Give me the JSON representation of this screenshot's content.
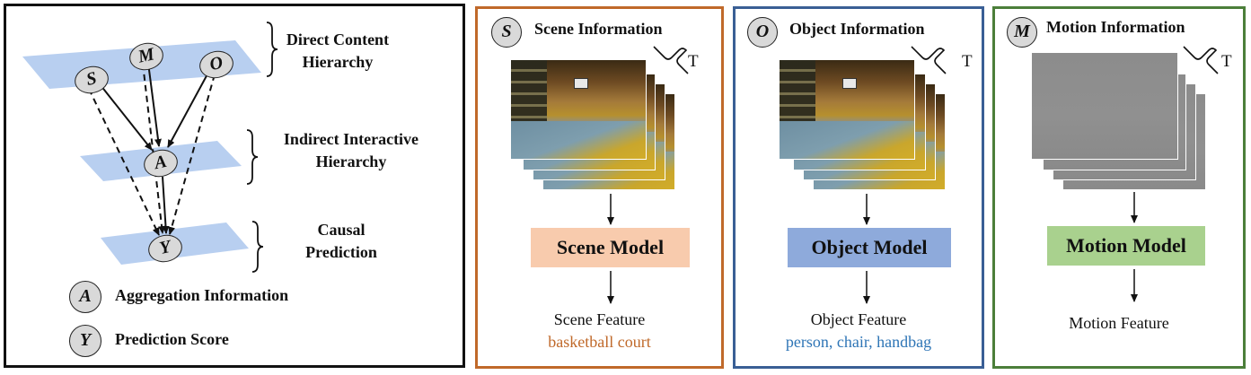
{
  "hierarchy_panel": {
    "levels": [
      {
        "line1": "Direct Content",
        "line2": "Hierarchy"
      },
      {
        "line1": "Indirect Interactive",
        "line2": "Hierarchy"
      },
      {
        "line1": "Causal",
        "line2": "Prediction"
      }
    ],
    "nodes": {
      "s": "S",
      "m": "M",
      "o": "O",
      "a": "A",
      "y": "Y"
    },
    "legend": [
      {
        "symbol": "A",
        "label": "Aggregation Information"
      },
      {
        "symbol": "Y",
        "label": "Prediction Score"
      }
    ],
    "colors": {
      "plane": "#b8cff0",
      "node": "#d9d9d9"
    }
  },
  "modules": [
    {
      "symbol": "S",
      "title": "Scene Information",
      "t_label": "T",
      "model": "Scene Model",
      "feature": "Scene Feature",
      "feature_value": "basketball court",
      "border": "#c0692a",
      "model_bg": "#f8cbad",
      "value_color": "#c0692a"
    },
    {
      "symbol": "O",
      "title": "Object Information",
      "t_label": "T",
      "model": "Object Model",
      "feature": "Object Feature",
      "feature_value": "person, chair, handbag",
      "border": "#3a5f95",
      "model_bg": "#8eaadb",
      "value_color": "#2e75b6"
    },
    {
      "symbol": "M",
      "title": "Motion Information",
      "t_label": "T",
      "model": "Motion Model",
      "feature": "Motion Feature",
      "feature_value": "",
      "border": "#4c7f3a",
      "model_bg": "#a9d18e",
      "value_color": "#4c7f3a"
    }
  ]
}
